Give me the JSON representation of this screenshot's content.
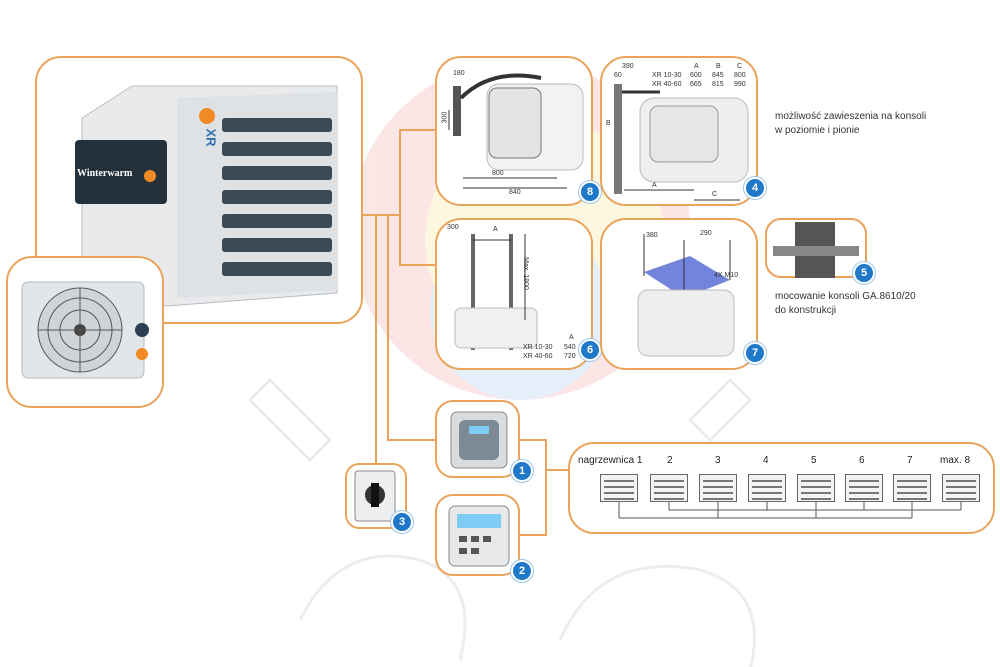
{
  "main_unit": {
    "brand_text": "Winterwarm",
    "model_text": "XR"
  },
  "panel8": {
    "badge": "8",
    "dims": [
      "180",
      "300",
      "800",
      "840"
    ]
  },
  "panel4": {
    "badge": "4",
    "dim_top": "390",
    "dim_side": "60",
    "table_header": [
      "A",
      "B",
      "C"
    ],
    "table_rows": [
      {
        "model": "XR 10-30",
        "a": "600",
        "b": "845",
        "c": "800"
      },
      {
        "model": "XR 40-60",
        "a": "665",
        "b": "815",
        "c": "990"
      }
    ],
    "axis_labels": [
      "B",
      "A",
      "C"
    ]
  },
  "note_mounting": [
    "możliwość zawieszenia na konsoli",
    "w poziomie i pionie"
  ],
  "panel6": {
    "badge": "6",
    "dims": [
      "300",
      "A",
      "Max. 1800"
    ],
    "table_header": "A",
    "table_rows": [
      {
        "model": "XR 10-30",
        "a": "540"
      },
      {
        "model": "XR 40-60",
        "a": "720"
      }
    ]
  },
  "panel7": {
    "badge": "7",
    "dims": [
      "380",
      "290"
    ],
    "bolt_label": "4X M10"
  },
  "panel5": {
    "badge": "5"
  },
  "note_console": [
    "mocowanie konsoli GA.8610/20",
    "do konstrukcji"
  ],
  "controllers": {
    "badge1": "1",
    "badge2": "2",
    "badge3": "3"
  },
  "chain": {
    "labels": [
      "nagrzewnica 1",
      "2",
      "3",
      "4",
      "5",
      "6",
      "7",
      "max. 8"
    ]
  },
  "colors": {
    "panel_border": "#e9a35a",
    "badge": "#1f78c8",
    "connector": "#e9a35a"
  }
}
